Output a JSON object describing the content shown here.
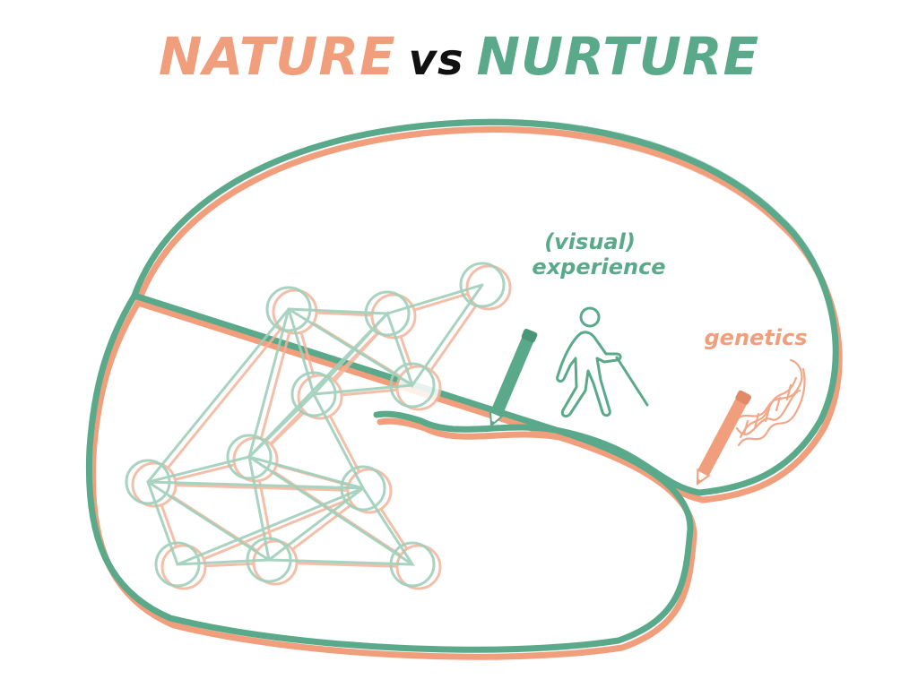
{
  "title": {
    "word1": "NATURE",
    "vs": "vs",
    "word2": "NURTURE"
  },
  "labels": {
    "experience_line1": "(visual)",
    "experience_line2": "experience",
    "genetics": "genetics"
  },
  "colors": {
    "nature": "#f19e7c",
    "nurture": "#5aa98a",
    "vs": "#111111"
  },
  "icons": [
    "brain-outline-icon",
    "neural-network-icon",
    "pencil-icon",
    "blind-person-cane-icon",
    "dna-helix-icon"
  ]
}
